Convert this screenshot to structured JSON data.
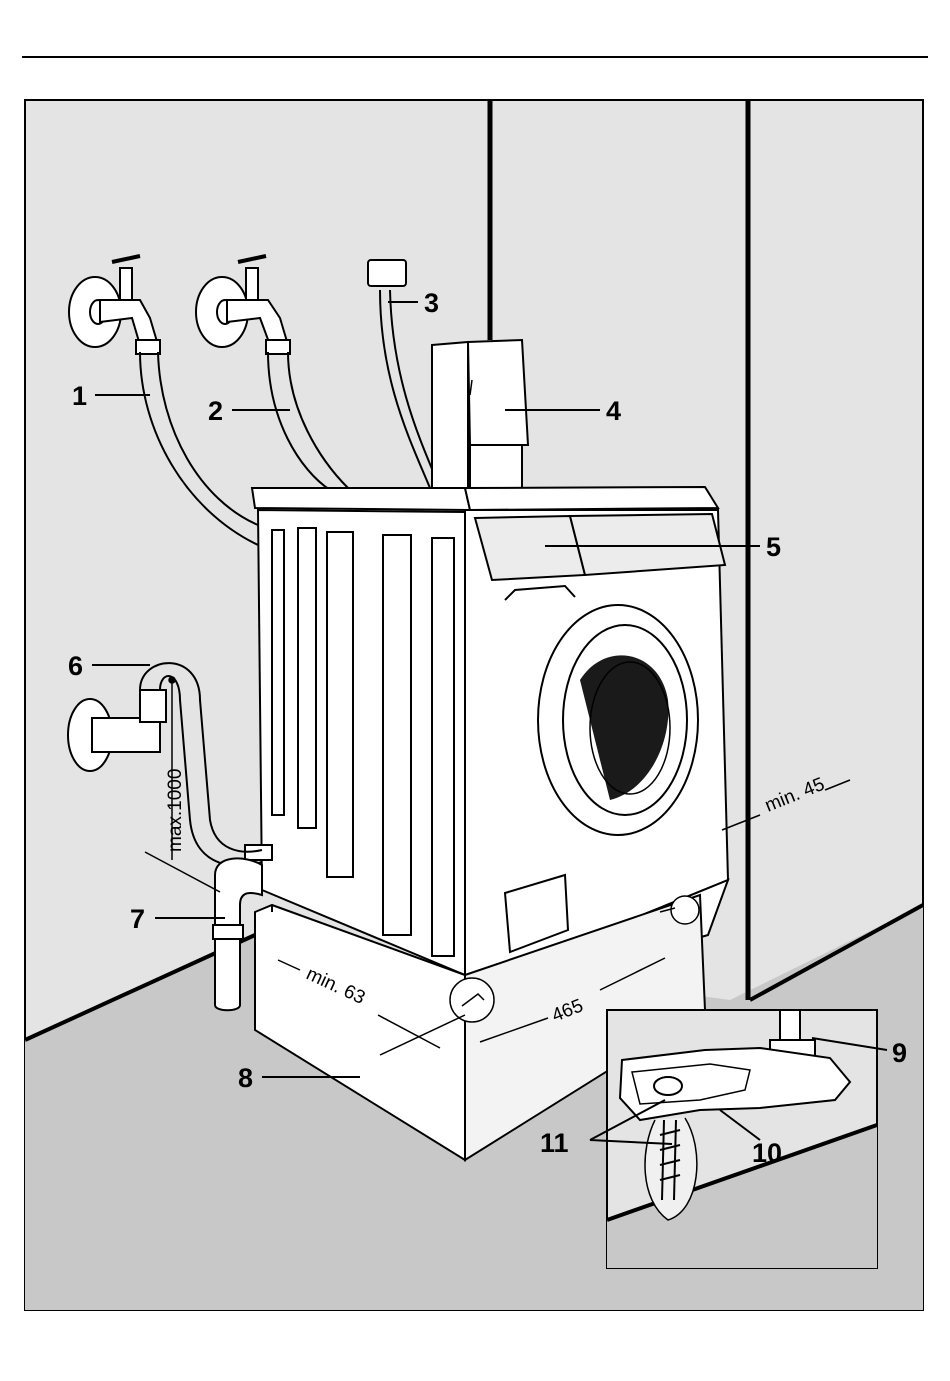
{
  "callouts": {
    "c1": "1",
    "c2": "2",
    "c3": "3",
    "c4": "4",
    "c5": "5",
    "c6": "6",
    "c7": "7",
    "c8": "8",
    "c9": "9",
    "c10": "10",
    "c11": "11"
  },
  "dimensions": {
    "drain_height": "max.1000",
    "side_clearance": "min. 45",
    "front_overhang": "min. 63",
    "plinth_depth": "465"
  }
}
